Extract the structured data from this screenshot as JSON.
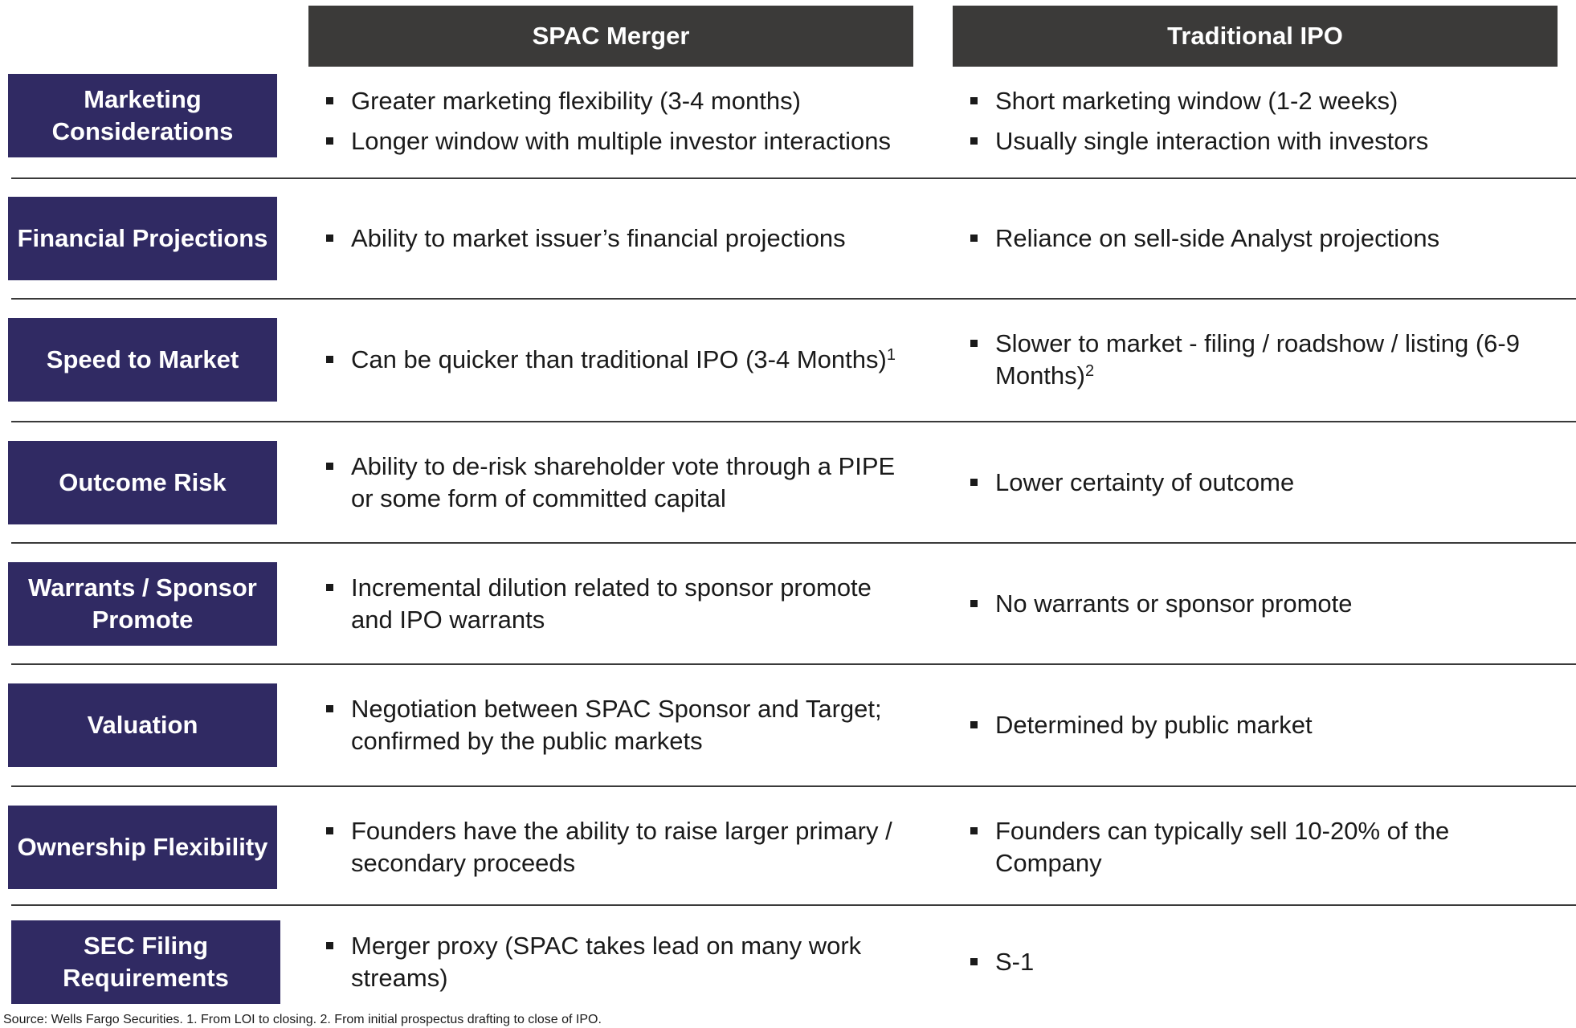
{
  "headers": {
    "spac": "SPAC Merger",
    "ipo": "Traditional IPO"
  },
  "rows": [
    {
      "label": "Marketing Considerations",
      "spac": [
        "Greater marketing flexibility (3-4 months)",
        "Longer window with multiple investor interactions"
      ],
      "ipo": [
        "Short marketing window (1-2 weeks)",
        "Usually single interaction with investors"
      ]
    },
    {
      "label": "Financial Projections",
      "spac": [
        "Ability to market issuer’s financial projections"
      ],
      "ipo": [
        "Reliance on sell-side Analyst projections"
      ]
    },
    {
      "label": "Speed to Market",
      "spac": [
        "Can be quicker than traditional IPO (3-4 Months)"
      ],
      "spac_sup": "1",
      "ipo": [
        "Slower to market - filing / roadshow / listing (6-9 Months)"
      ],
      "ipo_sup": "2"
    },
    {
      "label": "Outcome Risk",
      "spac": [
        "Ability to de-risk shareholder vote through a PIPE or some form of committed capital"
      ],
      "ipo": [
        "Lower certainty of outcome"
      ]
    },
    {
      "label": "Warrants / Sponsor Promote",
      "spac": [
        "Incremental dilution related to sponsor promote and IPO warrants"
      ],
      "ipo": [
        "No warrants or sponsor promote"
      ]
    },
    {
      "label": "Valuation",
      "spac": [
        "Negotiation between SPAC Sponsor and Target; confirmed by the public markets"
      ],
      "ipo": [
        "Determined by public market"
      ]
    },
    {
      "label": "Ownership Flexibility",
      "spac": [
        "Founders have the ability to raise larger primary / secondary proceeds"
      ],
      "ipo": [
        "Founders can typically sell 10-20% of the Company"
      ]
    },
    {
      "label": "SEC Filing Requirements",
      "spac": [
        "Merger proxy (SPAC takes lead on many work streams)"
      ],
      "ipo": [
        "S-1"
      ]
    }
  ],
  "footnote": "Source: Wells Fargo Securities. 1. From LOI to closing. 2. From initial prospectus drafting to close of IPO."
}
